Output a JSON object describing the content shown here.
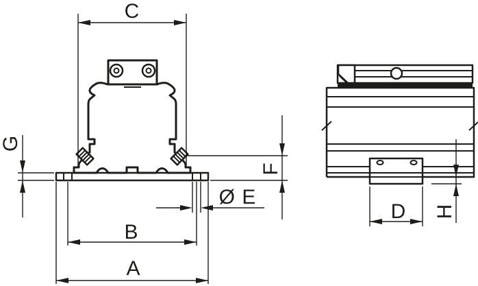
{
  "drawing": {
    "labels": {
      "a": "A",
      "b": "B",
      "c": "C",
      "d": "D",
      "e_diameter": "Ø E",
      "f": "F",
      "g": "G",
      "h": "H"
    },
    "colors": {
      "line": "#1d1d1b",
      "background": "#ffffff"
    }
  }
}
